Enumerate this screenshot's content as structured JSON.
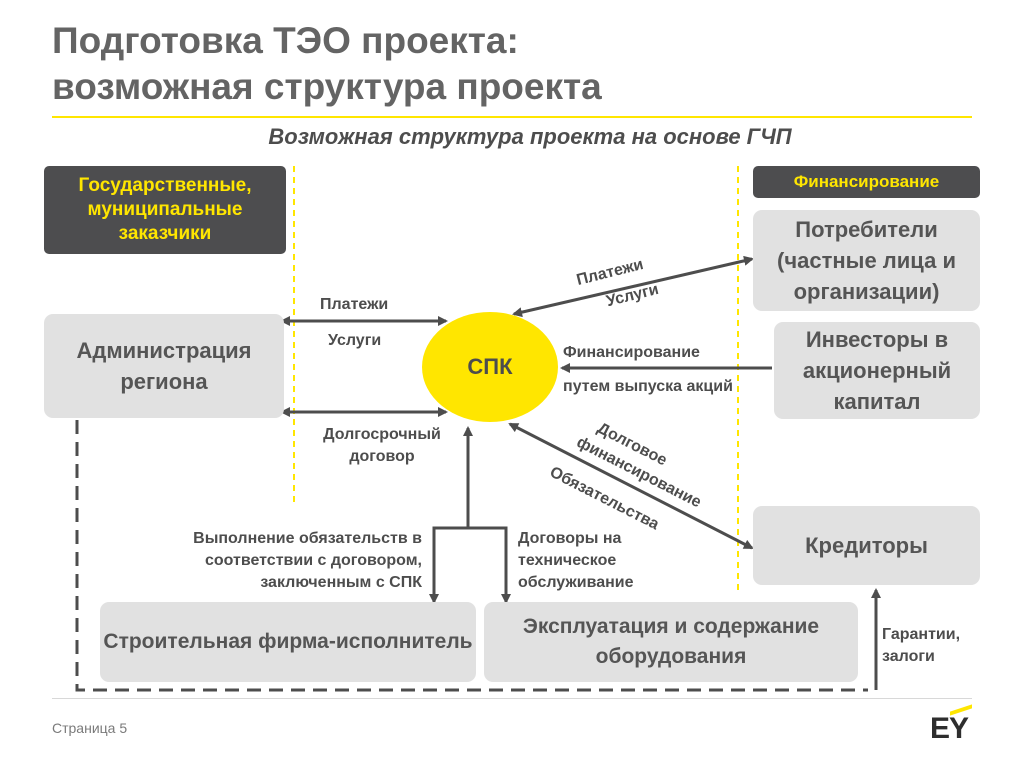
{
  "title": {
    "line1": "Подготовка ТЭО проекта:",
    "line2": "возможная структура проекта"
  },
  "subtitle": "Возможная структура проекта на основе ГЧП",
  "headers": {
    "gov": "Государственные, муниципальные заказчики",
    "fin": "Финансирование"
  },
  "boxes": {
    "admin": "Администрация региона",
    "consumers": "Потребители (частные лица и организации)",
    "investors": "Инвесторы в акционерный капитал",
    "creditors": "Кредиторы",
    "builder": "Строительная фирма-исполнитель",
    "operation": "Эксплуатация и содержание оборудования",
    "spk": "СПК"
  },
  "labels": {
    "payments_left": "Платежи",
    "services_left": "Услуги",
    "long_term_contract": "Долгосрочный договор",
    "payments_right": "Платежи",
    "services_right": "Услуги",
    "financing": "Финансирование",
    "shares": "путем выпуска акций",
    "debt_financing_1": "Долговое",
    "debt_financing_2": "финансирование",
    "obligations": "Обязательства",
    "fulfilment": "Выполнение обязательств в соответствии с договором, заключенным с СПК",
    "maintenance": "Договоры на техническое обслуживание",
    "guarantees": "Гарантии, залоги"
  },
  "footer": {
    "page": "Страница 5",
    "logo": "EY"
  },
  "colors": {
    "accent": "#ffe600",
    "dark": "#4d4d4f",
    "box": "#e1e1e1",
    "text": "#555555"
  }
}
